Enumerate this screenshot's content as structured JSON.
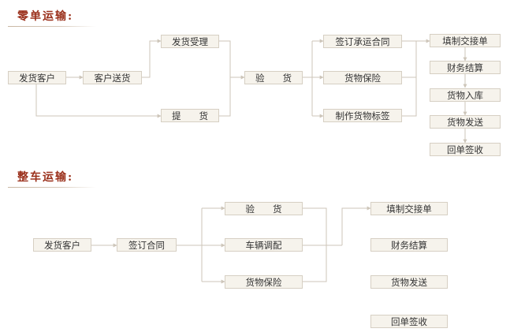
{
  "sections": {
    "ldyl_title": "零单运输:",
    "zhengche_title": "整车运输:"
  },
  "ldyl": {
    "shipper": "发货客户",
    "customer_delivery": "客户送货",
    "delivery_accept": "发货受理",
    "pickup": "提　　货",
    "inspect": "验　　货",
    "sign_contract": "签订承运合同",
    "cargo_insurance": "货物保险",
    "make_labels": "制作货物标签",
    "fill_handover": "填制交接单",
    "finance_settle": "财务结算",
    "goods_inbound": "货物入库",
    "goods_dispatch": "货物发送",
    "receipt_sign": "回单签收"
  },
  "zhengche": {
    "shipper": "发货客户",
    "sign_contract": "签订合同",
    "inspect": "验　　货",
    "vehicle_dispatch": "车辆调配",
    "cargo_insurance": "货物保险",
    "fill_handover": "填制交接单",
    "finance_settle": "财务结算",
    "goods_dispatch": "货物发送",
    "receipt_sign": "回单签收"
  },
  "colors": {
    "title": "#9a2f1a",
    "box_fill": "#f6f3ec",
    "box_border": "#d6cfc3",
    "connector": "#cdc5b9",
    "text": "#333333"
  }
}
